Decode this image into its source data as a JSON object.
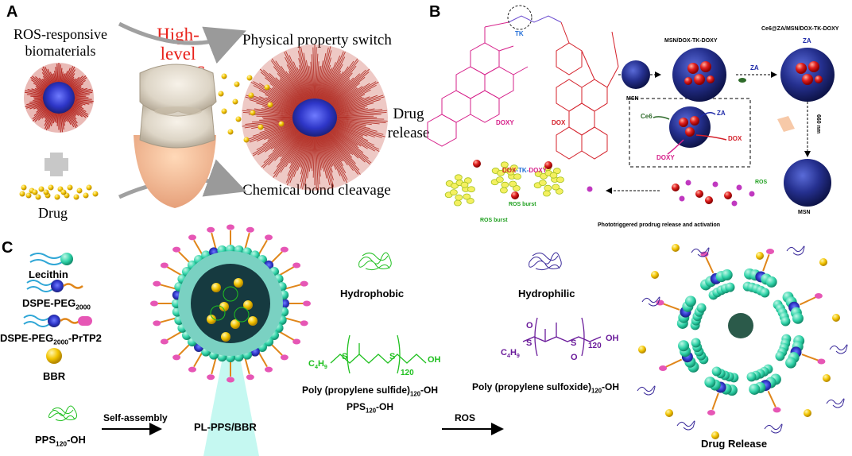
{
  "panelA": {
    "letter": "A",
    "left_label_line1": "ROS-responsive",
    "left_label_line2": "biomaterials",
    "drug_label": "Drug",
    "center_line1": "High-",
    "center_line2": "level",
    "center_line3": "of ROS",
    "top_right": "Physical property switch",
    "bottom_right": "Chemical bond cleavage",
    "right_line1": "Drug",
    "right_line2": "release"
  },
  "panelB": {
    "letter": "B",
    "tk": "TK",
    "doxy": "DOXY",
    "dox": "DOX",
    "conj_doxy1": "DOX",
    "conj_sep1": "-TK-",
    "conj_doxy2": "DOXY",
    "msn_top_label": "MSN/DOX-TK-DOXY",
    "msn_label": "MSN",
    "ce6za_label": "Ce6@ZA/MSN/DOX-TK-DOXY",
    "za_top": "ZA",
    "za_arrow": "ZA",
    "nm_label": "660 nm",
    "box_ce6": "Ce6",
    "box_za": "ZA",
    "box_dox": "DOX",
    "box_doxy": "DOXY",
    "ros_label": "ROS",
    "msn_bottom": "MSN",
    "ros_burst1": "ROS burst",
    "ros_burst2": "ROS burst",
    "caption": "Phototriggered prodrug release and activation"
  },
  "panelC": {
    "letter": "C",
    "lecithin": "Lecithin",
    "dspe_peg": "DSPE-PEG",
    "dspe_peg_sub": "2000",
    "dspe_prtp2_a": "DSPE-PEG",
    "dspe_prtp2_sub": "2000",
    "dspe_prtp2_b": "-PrTP2",
    "bbr": "BBR",
    "pps": "PPS",
    "pps_sub": "120",
    "pps_tail": "-OH",
    "self_assembly": "Self-assembly",
    "pl_pps_bbr": "PL-PPS/BBR",
    "hydrophobic": "Hydrophobic",
    "hydrophilic": "Hydrophilic",
    "c4h9_a": "C",
    "c4h9_a_sub": "4",
    "c4h9_a_h": "H",
    "c4h9_a_sub2": "9",
    "s_a": "S",
    "s_b": "S",
    "n120_a": "120",
    "oh_a": "OH",
    "c4h9_b": "C",
    "c4h9_b_sub": "4",
    "c4h9_b_h": "H",
    "c4h9_b_sub2": "9",
    "s_c": "S",
    "s_d": "S",
    "o_a": "O",
    "o_b": "O",
    "n120_b": "120",
    "oh_b": "OH",
    "poly_sulfide_a": "Poly (propylene sulfide)",
    "poly_sulfide_sub": "120",
    "poly_sulfide_b": "-OH",
    "pps_oh_a": "PPS",
    "pps_oh_sub": "120",
    "pps_oh_b": "-OH",
    "poly_sulfoxide_a": "Poly (propylene sulfoxide)",
    "poly_sulfoxide_sub": "120",
    "poly_sulfoxide_b": "-OH",
    "ros": "ROS",
    "drug_release": "Drug Release"
  },
  "colors": {
    "red_text": "#e8221b",
    "magenta": "#d6208a",
    "dox_red": "#d4202a",
    "sulfide_green": "#20c020",
    "sulfoxide_purple": "#6a1b9a",
    "teal": "#2fd3a8",
    "navy": "#1e2a8a",
    "yellow": "#f2c400"
  }
}
